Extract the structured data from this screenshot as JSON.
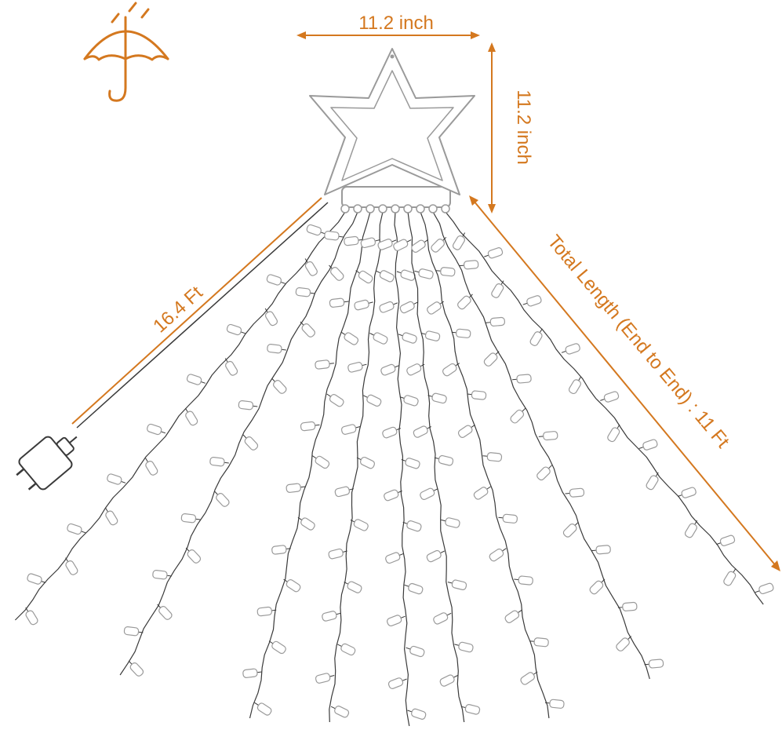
{
  "colors": {
    "accent": "#d4781f",
    "wire": "#3a3a3a",
    "bulb_fill": "#ffffff",
    "bulb_stroke": "#9a9a9a"
  },
  "icons": {
    "weather": "umbrella-icon",
    "plug": "power-adapter-icon",
    "topper": "star-topper-icon"
  },
  "dimensions": {
    "star_width": "11.2 inch",
    "star_height": "11.2 inch",
    "lead_wire": "16.4 Ft",
    "total_length": "Total Length (End to End) : 11 Ft"
  },
  "strands": {
    "count": 9,
    "bulbs_per_strand": 16
  }
}
